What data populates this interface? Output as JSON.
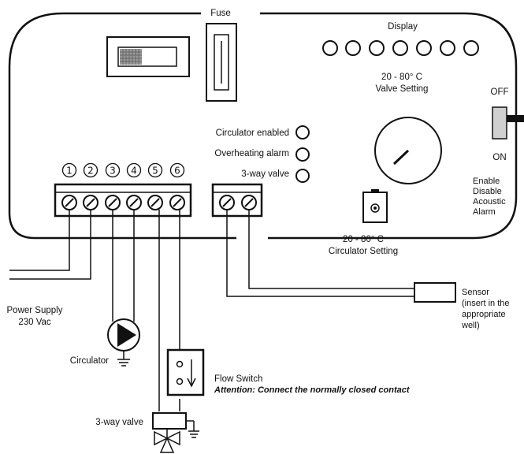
{
  "labels": {
    "fuse": "Fuse",
    "display": "Display",
    "valve_range": "20 - 80° C",
    "valve_setting": "Valve Setting",
    "off": "OFF",
    "on": "ON",
    "enable_1": "Enable",
    "enable_2": "Disable",
    "enable_3": "Acoustic",
    "enable_4": "Alarm",
    "circulator_enabled": "Circulator enabled",
    "overheating_alarm": "Overheating alarm",
    "three_way_valve_led": "3-way valve",
    "circ_range": "20 - 80° C",
    "circ_setting": "Circulator Setting",
    "power_1": "Power Supply",
    "power_2": "230 Vac",
    "circulator": "Circulator",
    "flow_switch": "Flow Switch",
    "attention": "Attention: Connect the normally closed contact",
    "three_way_valve": "3-way valve",
    "sensor_1": "Sensor",
    "sensor_2": "(insert in the",
    "sensor_3": "appropriate",
    "sensor_4": "well)"
  },
  "terminals": [
    "1",
    "2",
    "3",
    "4",
    "5",
    "6"
  ]
}
